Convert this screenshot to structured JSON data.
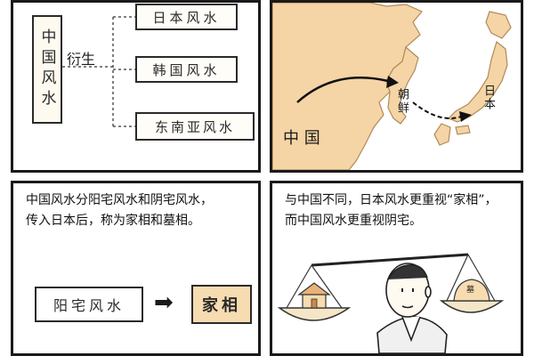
{
  "panel1": {
    "origin": "中国风水",
    "relation": "衍生",
    "branches": [
      "日本风水",
      "韩国风水",
      "东南亚风水"
    ]
  },
  "panel2": {
    "label_china": "中 国",
    "label_korea": "朝鲜",
    "label_japan": "日本"
  },
  "panel3": {
    "caption": [
      "中国风水分阳宅风水和阴宅风水，",
      "传入日本后，称为家相和墓相。"
    ],
    "left_box": "阳宅风水",
    "arrow": "➡",
    "right_box": "家相"
  },
  "panel4": {
    "caption": [
      "与中国不同，日本风水更重视“家相”，",
      "而中国风水更重视阴宅。"
    ],
    "tomb_mark": "墓"
  },
  "colors": {
    "border": "#1a1a1a",
    "land": "#f5d4a6",
    "land_stroke": "#b08a5a",
    "box_accent": "#f6dcb0"
  }
}
